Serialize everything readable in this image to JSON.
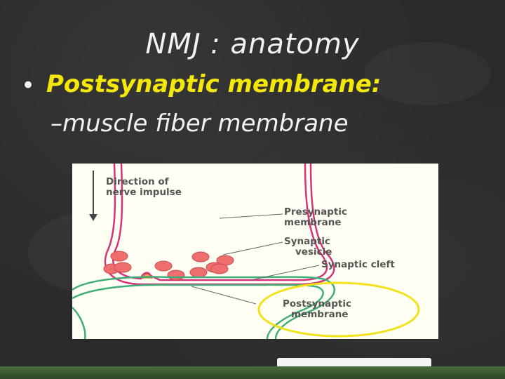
{
  "slide": {
    "title": "NMJ :  anatomy",
    "bullet_symbol": "•",
    "bullet": "Postsynaptic  membrane:",
    "sub_bullet": "–muscle fiber membrane"
  },
  "figure": {
    "labels": {
      "direction_line1": "Direction of",
      "direction_line2": "nerve impulse",
      "presynaptic_line1": "Presynaptic",
      "presynaptic_line2": "membrane",
      "vesicle_line1": "Synaptic",
      "vesicle_line2": "vesicle",
      "cleft": "Synaptic cleft",
      "postsynaptic_line1": "Postsynaptic",
      "postsynaptic_line2": "membrane"
    },
    "colors": {
      "presynaptic": "#d6337a",
      "postsynaptic": "#3fae7a",
      "vesicle": "#ef6f6f",
      "highlight": "#f2e21c",
      "background": "#fffff4"
    }
  }
}
